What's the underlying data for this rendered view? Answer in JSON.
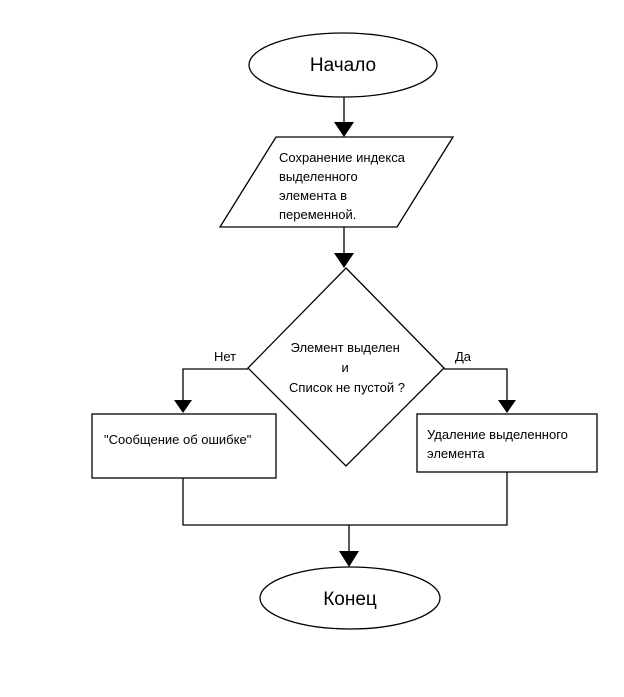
{
  "flowchart": {
    "start": {
      "label": "Начало"
    },
    "process_save": {
      "lines": [
        "Сохранение индекса",
        "выделенного",
        "элемента в",
        "переменной."
      ]
    },
    "decision": {
      "lines": [
        "Элемент выделен",
        "и",
        "Список не пустой ?"
      ],
      "no_label": "Нет",
      "yes_label": "Да"
    },
    "error_box": {
      "lines": [
        "\"Сообщение об ошибке\""
      ]
    },
    "delete_box": {
      "lines": [
        "Удаление выделенного",
        "элемента"
      ]
    },
    "end": {
      "label": "Конец"
    }
  }
}
